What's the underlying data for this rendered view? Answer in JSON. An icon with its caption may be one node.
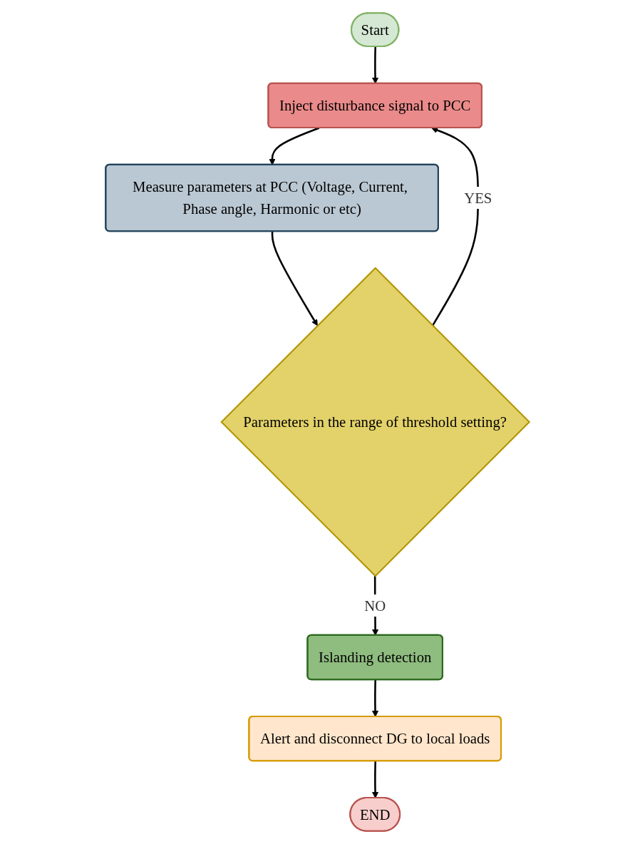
{
  "diagram": {
    "nodes": [
      {
        "text": [
          "Start"
        ]
      },
      {
        "text": [
          "Inject disturbance signal to PCC"
        ]
      },
      {
        "text": [
          "Measure parameters at PCC (Voltage, Current, Phase angle, Harmonic or etc)"
        ]
      },
      {
        "text": [
          "Parameters in the range of threshold setting?"
        ]
      },
      {
        "text": [
          "Islanding detection"
        ]
      },
      {
        "text": [
          "Alert and disconnect DG to local loads"
        ]
      },
      {
        "text": [
          "END"
        ]
      }
    ],
    "edges": [
      {
        "from": 0,
        "to": 1,
        "arrow": "to"
      },
      {
        "from": 1,
        "to": 2,
        "arrow": "to"
      },
      {
        "from": 2,
        "to": 3,
        "arrow": "to"
      },
      {
        "from": 3,
        "to": 1,
        "arrow": "to",
        "label": "YES"
      },
      {
        "from": 3,
        "to": 4,
        "arrow": "to",
        "label": "NO"
      },
      {
        "from": 4,
        "to": 5,
        "arrow": "to"
      },
      {
        "from": 5,
        "to": 6,
        "arrow": "to"
      }
    ]
  }
}
